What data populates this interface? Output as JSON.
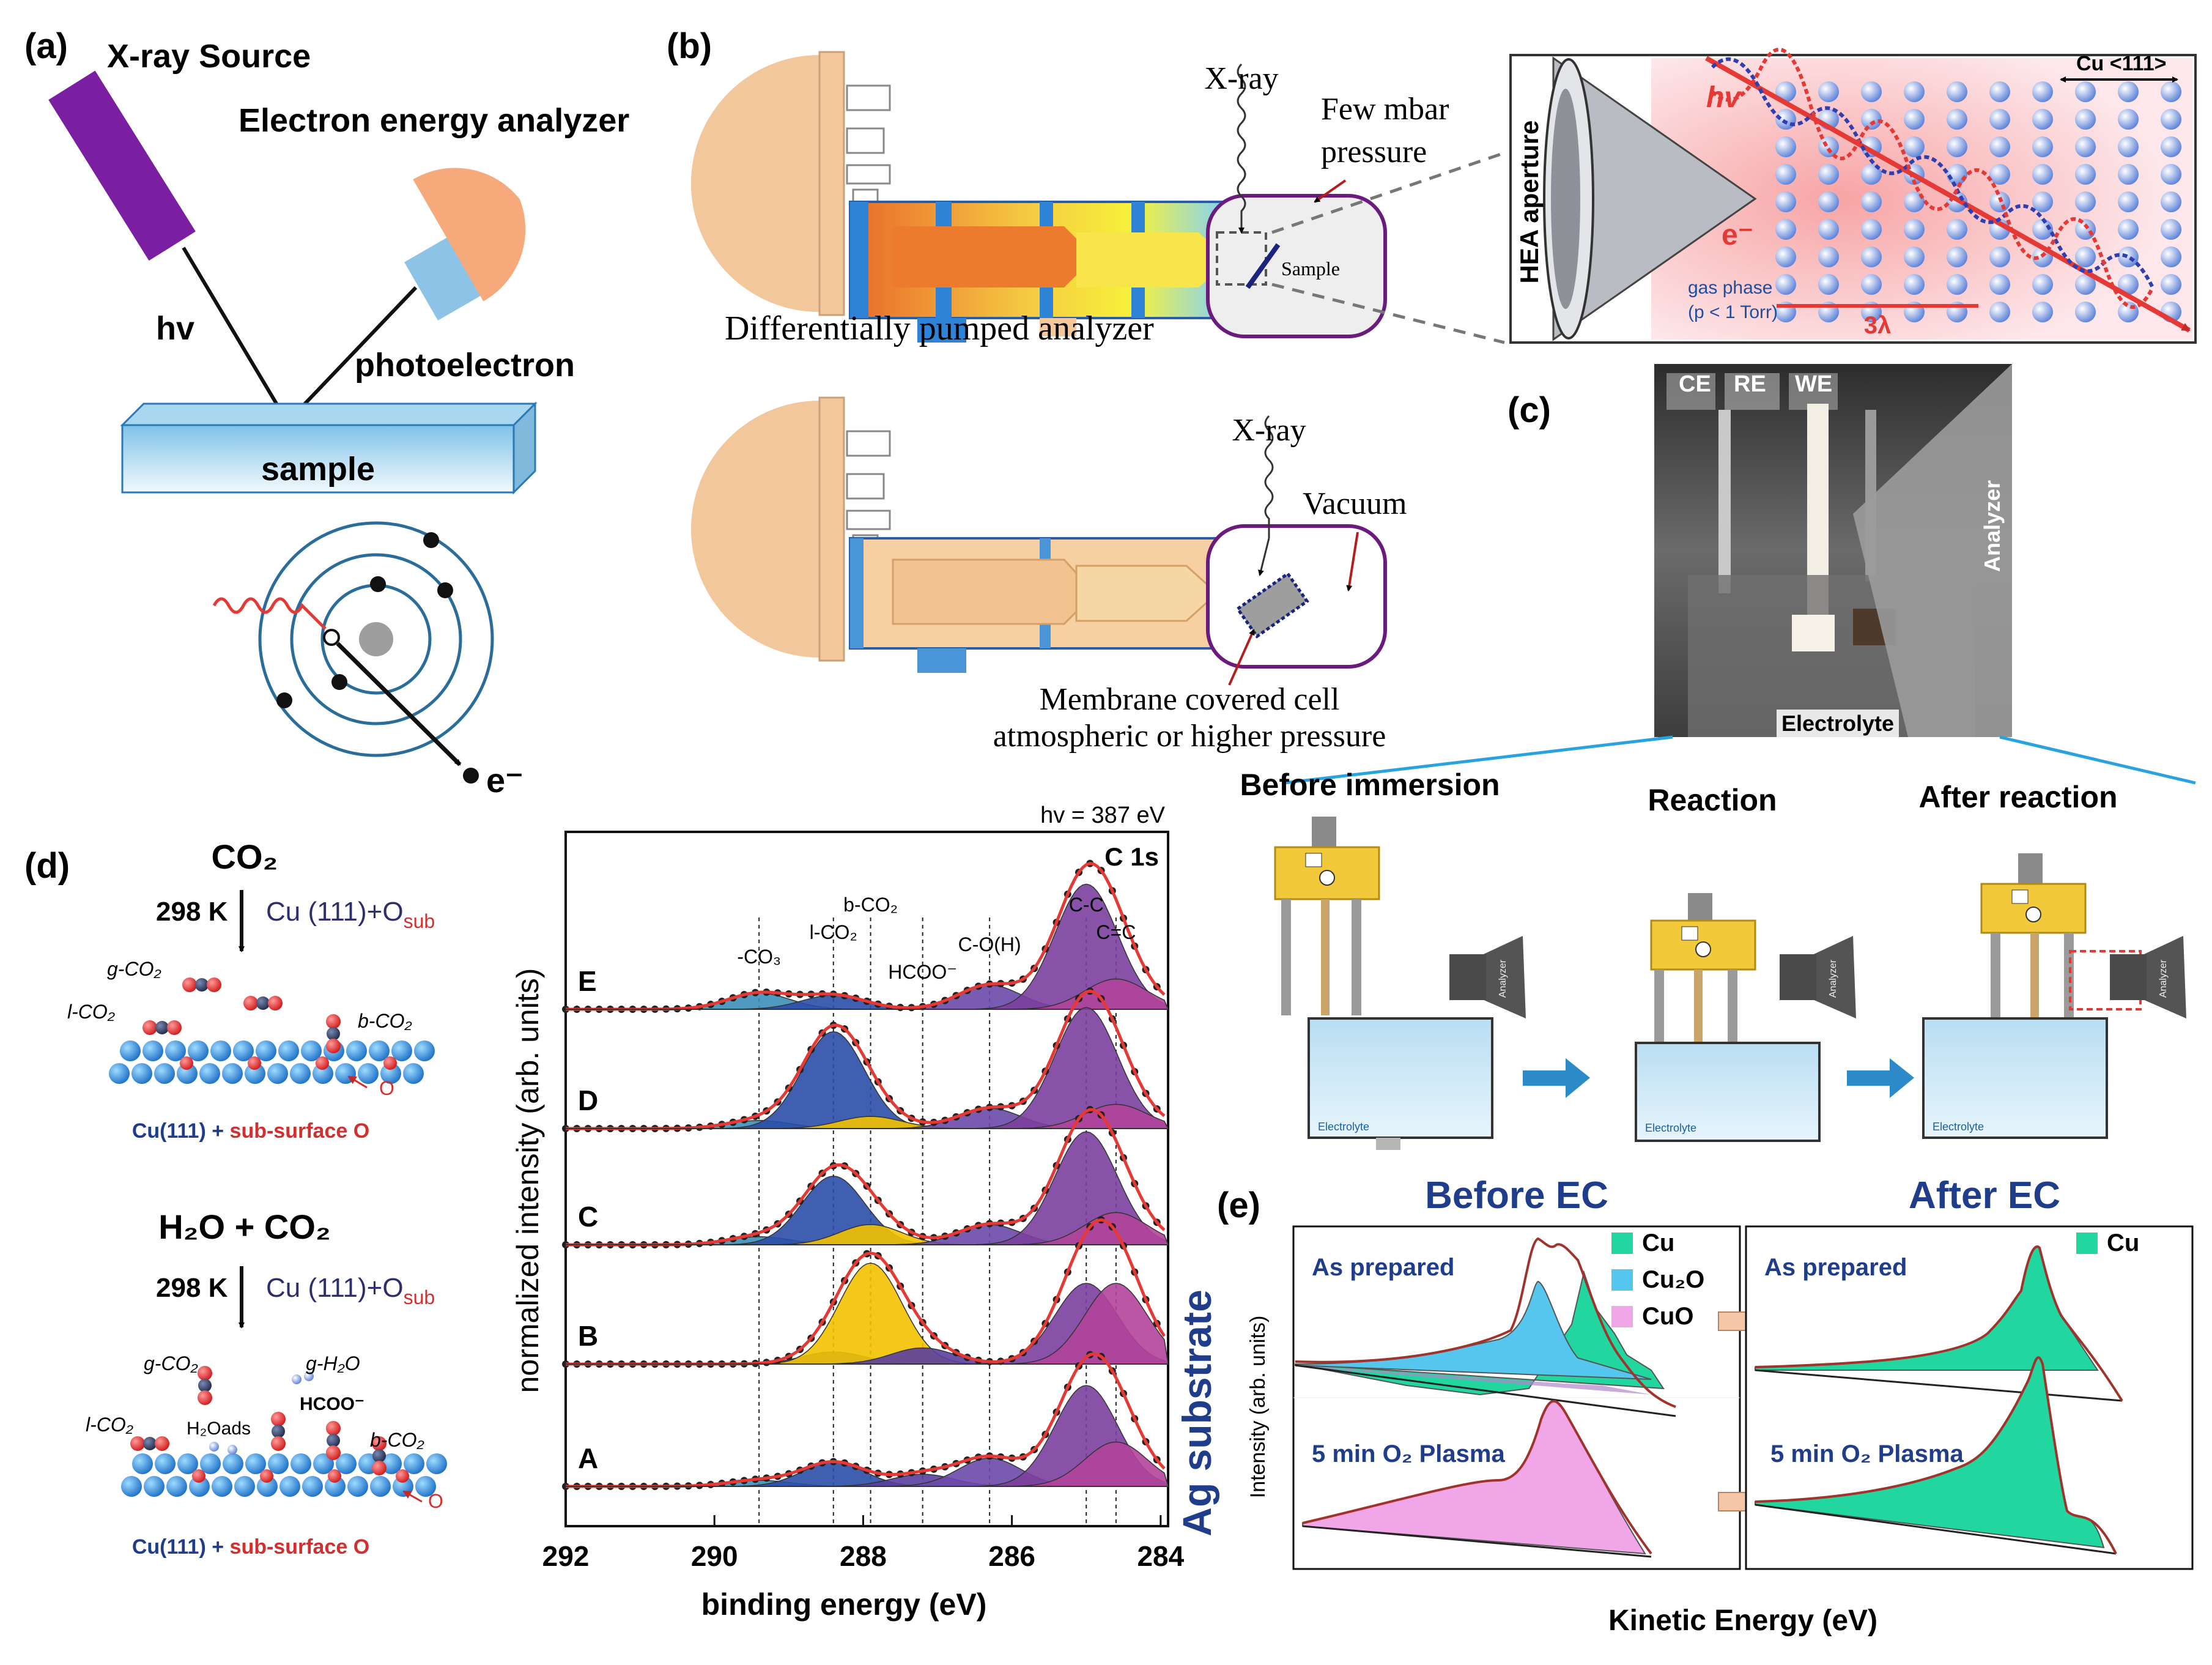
{
  "colors": {
    "purple": "#7b1fa2",
    "analyzer_orange": "#f6a97a",
    "analyzer_blue": "#8cc3e6",
    "sample_blue": "#cde6f5",
    "ring_blue": "#2a6c9a",
    "red": "#d62728",
    "peak_purple": "#7b3f9f",
    "peak_blue": "#2b4ea8",
    "peak_yellow": "#f2c200",
    "peak_magenta": "#b2449a",
    "peak_teal": "#3c8fb9",
    "cu_green": "#22d6a0",
    "cu2o_blue": "#55c6ee",
    "cuo_pink": "#f1a6e8",
    "navy": "#1f3d8a",
    "tan": "#f3c79c",
    "water": "#cfe9f7",
    "dark_gray": "#555555"
  },
  "panel_a": {
    "label": "(a)",
    "xray_source": "X-ray Source",
    "analyzer": "Electron energy analyzer",
    "hv": "hv",
    "photoelectron": "photoelectron",
    "sample": "sample",
    "electron": "e⁻"
  },
  "panel_b": {
    "label": "(b)",
    "xray_top": "X-ray",
    "pressure_top": "Few mbar",
    "pressure_top2": "pressure",
    "sample": "Sample",
    "caption_top": "Differentially pumped analyzer",
    "xray_bottom": "X-ray",
    "vacuum": "Vacuum",
    "membrane_1": "Membrane covered cell",
    "membrane_2": "atmospheric or higher pressure",
    "inset": {
      "aperture": "HEA aperture",
      "hv": "hv",
      "electron": "e⁻",
      "cu111": "Cu <111>",
      "gas_1": "gas phase",
      "gas_2": "(p < 1 Torr)",
      "lambda": "3λ"
    }
  },
  "panel_c": {
    "label": "(c)",
    "ce": "CE",
    "re": "RE",
    "we": "WE",
    "analyzer": "Analyzer",
    "electrolyte": "Electrolyte",
    "before": "Before immersion",
    "reaction": "Reaction",
    "after": "After reaction",
    "schematic_analyzer": "Analyzer",
    "schematic_electrolyte": "Electrolyte"
  },
  "panel_d": {
    "label": "(d)",
    "top": {
      "gas": "CO₂",
      "temp": "298 K",
      "cond_main": "Cu (111)+O",
      "cond_sub": "sub",
      "g_co2": "g-CO₂",
      "l_co2": "l-CO₂",
      "b_co2": "b-CO₂",
      "o_sub": "O",
      "caption_black": "Cu(111) + ",
      "caption_red": "sub-surface O"
    },
    "bottom": {
      "gas": "H₂O + CO₂",
      "temp": "298 K",
      "cond_main": "Cu (111)+O",
      "cond_sub": "sub",
      "g_co2": "g-CO₂",
      "g_h2o": "g-H₂O",
      "l_co2": "l-CO₂",
      "h2o_ads": "H₂Oads",
      "hcoo": "HCOO⁻",
      "b_co2": "b-CO₂",
      "o_sub": "O",
      "caption_black": "Cu(111) + ",
      "caption_red": "sub-surface O"
    }
  },
  "panel_e": {
    "label": "(e)",
    "before_title": "Before EC",
    "after_title": "After EC",
    "side_label": "Ag substrate",
    "y_label": "Intensity (arb. units)",
    "x_label": "Kinetic Energy (eV)",
    "as_prepared": "As prepared",
    "plasma": "5 min O₂ Plasma",
    "legend_before": [
      "Cu",
      "Cu₂O",
      "CuO"
    ],
    "legend_after": [
      "Cu"
    ]
  },
  "chart_data": {
    "type": "line",
    "title": "C 1s",
    "subtitle": "hv = 387 eV",
    "xlabel": "binding energy (eV)",
    "ylabel": "normalized intensity (arb. units)",
    "xlim": [
      292,
      283.9
    ],
    "x_ticks": [
      292,
      290,
      288,
      286,
      284
    ],
    "x_tick_labels": [
      "292",
      "290",
      "288",
      "286",
      "284"
    ],
    "reference_lines": [
      {
        "x": 289.4,
        "label": "-CO₃"
      },
      {
        "x": 288.4,
        "label": "l-CO₂"
      },
      {
        "x": 287.9,
        "label": "b-CO₂"
      },
      {
        "x": 287.2,
        "label": "HCOO⁻"
      },
      {
        "x": 286.3,
        "label": "C-O(H)"
      },
      {
        "x": 285.0,
        "label": "C-C"
      },
      {
        "x": 284.6,
        "label": "C=C"
      }
    ],
    "series": [
      {
        "name": "E",
        "peaks": [
          [
            289.4,
            0.08
          ],
          [
            288.4,
            0.07
          ],
          [
            286.3,
            0.12
          ],
          [
            285.0,
            0.62
          ],
          [
            284.6,
            0.15
          ]
        ]
      },
      {
        "name": "D",
        "peaks": [
          [
            289.4,
            0.04
          ],
          [
            288.4,
            0.48
          ],
          [
            287.9,
            0.06
          ],
          [
            286.3,
            0.1
          ],
          [
            285.0,
            0.6
          ],
          [
            284.6,
            0.12
          ]
        ]
      },
      {
        "name": "C",
        "peaks": [
          [
            289.4,
            0.04
          ],
          [
            288.4,
            0.34
          ],
          [
            287.9,
            0.1
          ],
          [
            286.3,
            0.1
          ],
          [
            285.0,
            0.56
          ],
          [
            284.6,
            0.16
          ]
        ]
      },
      {
        "name": "B",
        "peaks": [
          [
            288.4,
            0.06
          ],
          [
            287.9,
            0.5
          ],
          [
            287.2,
            0.08
          ],
          [
            285.0,
            0.4
          ],
          [
            284.6,
            0.4
          ]
        ]
      },
      {
        "name": "A",
        "peaks": [
          [
            289.4,
            0.03
          ],
          [
            288.4,
            0.12
          ],
          [
            287.2,
            0.06
          ],
          [
            286.3,
            0.14
          ],
          [
            285.0,
            0.5
          ],
          [
            284.6,
            0.22
          ]
        ]
      }
    ]
  }
}
